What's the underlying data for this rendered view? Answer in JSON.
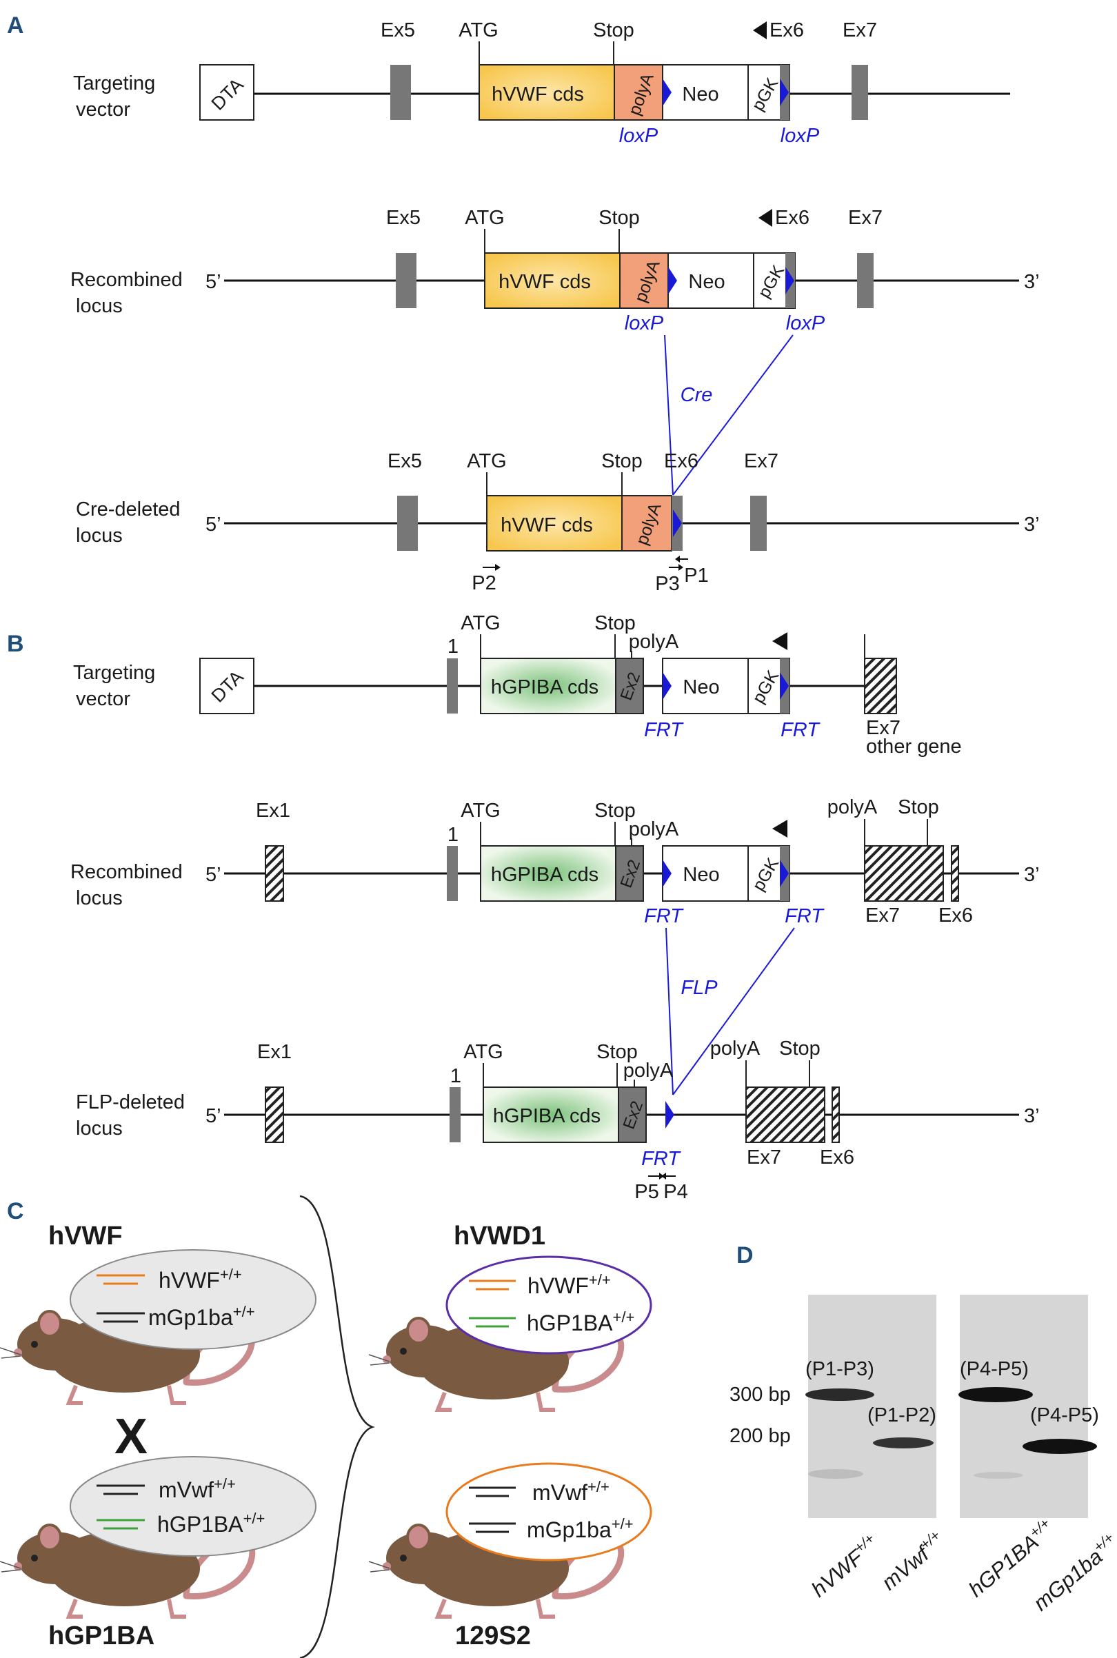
{
  "panels": {
    "A": {
      "letter": "A",
      "rows": [
        {
          "label1": "Targeting",
          "label2": "vector"
        },
        {
          "label1": "Recombined",
          "label2": "locus",
          "five": "5’",
          "three": "3’"
        },
        {
          "label1": "Cre-deleted",
          "label2": "locus",
          "five": "5’",
          "three": "3’"
        }
      ],
      "labels": {
        "dta": "DTA",
        "ex5": "Ex5",
        "atg": "ATG",
        "stop": "Stop",
        "ex6": "Ex6",
        "ex7": "Ex7",
        "cds": "hVWF cds",
        "polya": "polyA",
        "neo": "Neo",
        "pgk": "pGK",
        "loxp": "loxP",
        "cre": "Cre",
        "p1": "P1",
        "p2": "P2",
        "p3": "P3"
      }
    },
    "B": {
      "letter": "B",
      "rows": [
        {
          "label1": "Targeting",
          "label2": "vector"
        },
        {
          "label1": "Recombined",
          "label2": "locus",
          "five": "5’",
          "three": "3’"
        },
        {
          "label1": "FLP-deleted",
          "label2": "locus",
          "five": "5’",
          "three": "3’"
        }
      ],
      "labels": {
        "dta": "DTA",
        "one": "1",
        "ex1": "Ex1",
        "atg": "ATG",
        "stop": "Stop",
        "polya": "polyA",
        "cds": "hGPIBA cds",
        "ex2": "Ex2",
        "neo": "Neo",
        "pgk": "pGK",
        "frt": "FRT",
        "flp": "FLP",
        "ex7": "Ex7",
        "ex6": "Ex6",
        "other_gene": "other gene",
        "p4": "P4",
        "p5": "P5"
      }
    },
    "C": {
      "letter": "C",
      "mice": [
        {
          "name": "hVWF",
          "gene1": "hVWF",
          "sup1": "+/+",
          "gene2": "mGp1ba",
          "sup2": "+/+"
        },
        {
          "name": "hGP1BA",
          "gene1": "mVwf",
          "sup1": "+/+",
          "gene2": "hGP1BA",
          "sup2": "+/+"
        },
        {
          "name": "hVWD1",
          "gene1": "hVWF",
          "sup1": "+/+",
          "gene2": "hGP1BA",
          "sup2": "+/+"
        },
        {
          "name": "129S2",
          "gene1": "mVwf",
          "sup1": "+/+",
          "gene2": "mGp1ba",
          "sup2": "+/+"
        }
      ],
      "cross": "X",
      "colors": {
        "human_vwf": "#e87b1e",
        "human_gp1ba": "#3aa23a",
        "mouse": "#222222",
        "hvwd1_ring": "#5a2ea6",
        "s129_ring": "#e87b1e",
        "mouse_body": "#7a5a40"
      }
    },
    "D": {
      "letter": "D",
      "markers": [
        "300 bp",
        "200 bp"
      ],
      "band_labels": [
        "(P1-P3)",
        "(P1-P2)",
        "(P4-P5)",
        "(P4-P5)"
      ],
      "lanes": [
        {
          "gene": "hVWF",
          "sup": "+/+"
        },
        {
          "gene": "mVwf",
          "sup": "+/+"
        },
        {
          "gene": "hGP1BA",
          "sup": "+/+"
        },
        {
          "gene": "mGp1ba",
          "sup": "+/+"
        }
      ]
    }
  }
}
